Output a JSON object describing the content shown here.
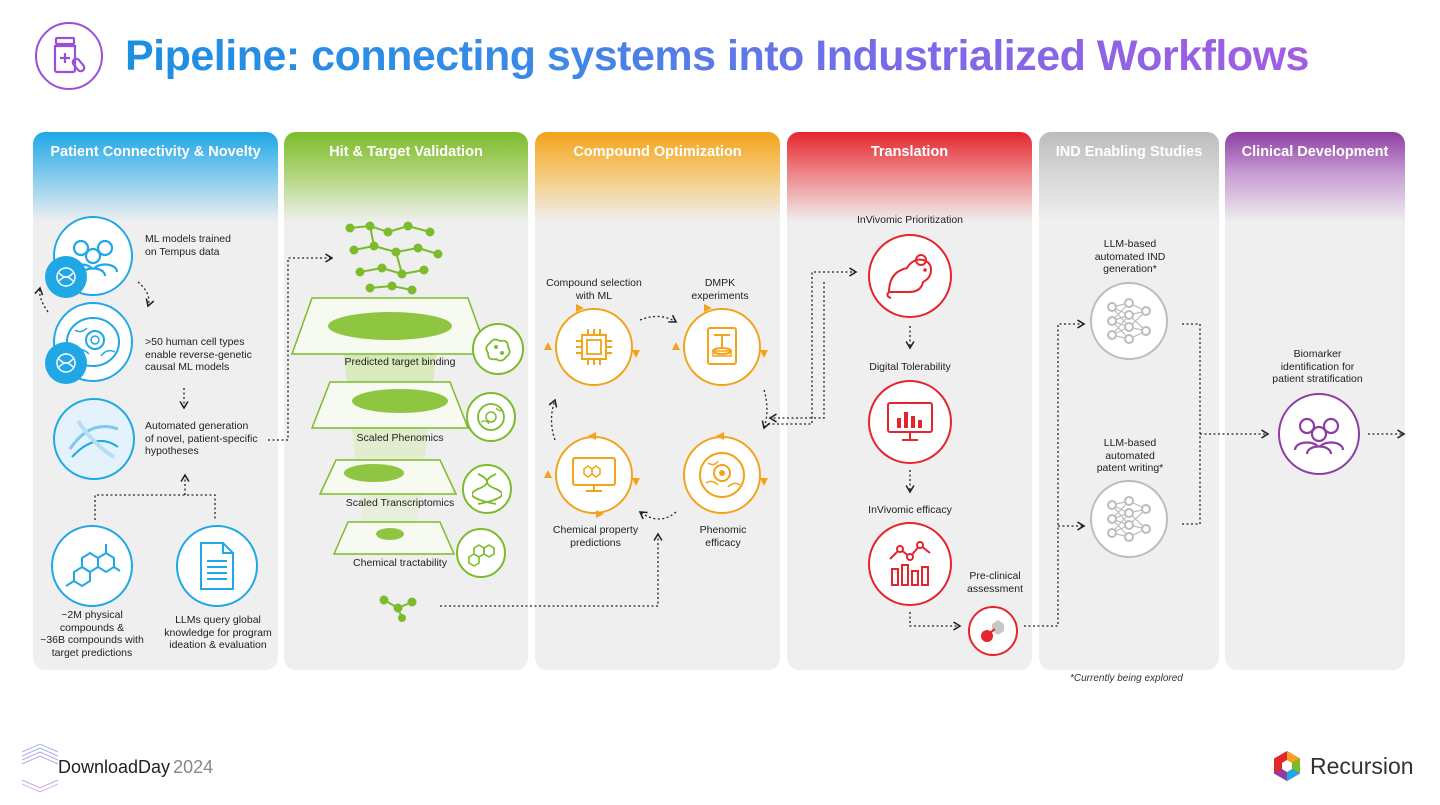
{
  "title": "Pipeline: connecting systems into Industrialized Workflows",
  "stages": [
    {
      "title": "Patient Connectivity & Novelty"
    },
    {
      "title": "Hit & Target Validation"
    },
    {
      "title": "Compound Optimization"
    },
    {
      "title": "Translation"
    },
    {
      "title": "IND Enabling Studies"
    },
    {
      "title": "Clinical Development"
    }
  ],
  "patient": {
    "ml_tempus": "ML models trained\non Tempus data",
    "cell_types": ">50 human cell types\nenable reverse-genetic\ncausal ML models",
    "hypotheses": "Automated generation\nof novel, patient-specific\nhypotheses",
    "compounds": "~2M physical\ncompounds &\n~36B compounds with\ntarget predictions",
    "llms": "LLMs query global\nknowledge for program\nideation & evaluation"
  },
  "hit": {
    "predicted": "Predicted target binding",
    "phenomics": "Scaled Phenomics",
    "transcriptomics": "Scaled Transcriptomics",
    "tractability": "Chemical tractability"
  },
  "compound": {
    "selection": "Compound selection\nwith ML",
    "dmpk": "DMPK\nexperiments",
    "chemical": "Chemical property\npredictions",
    "phenomic": "Phenomic\nefficacy"
  },
  "translation": {
    "prioritization": "InVivomic Prioritization",
    "tolerability": "Digital Tolerability",
    "efficacy": "InVivomic efficacy",
    "preclinical": "Pre-clinical\nassessment"
  },
  "ind": {
    "ind_gen": "LLM-based\nautomated IND\ngeneration*",
    "patent": "LLM-based\nautomated\npatent writing*"
  },
  "clinical": {
    "biomarker": "Biomarker\nidentification for\npatient stratification"
  },
  "footnote": "*Currently being explored",
  "footer": {
    "event": "DownloadDay",
    "year": "2024",
    "company": "Recursion"
  },
  "colors": {
    "blue": "#1fa7e6",
    "green": "#7cbb2b",
    "orange": "#f2a31a",
    "red": "#e3262d",
    "gray": "#bcbcbc",
    "purple": "#8e3ea3"
  },
  "icons": [
    "pill-bottle-icon",
    "people-icon",
    "cell-icon",
    "molecule-icon",
    "document-icon",
    "chip-icon",
    "printer-icon",
    "monitor-chart-icon",
    "mouse-icon",
    "neural-network-icon",
    "dna-icon"
  ]
}
